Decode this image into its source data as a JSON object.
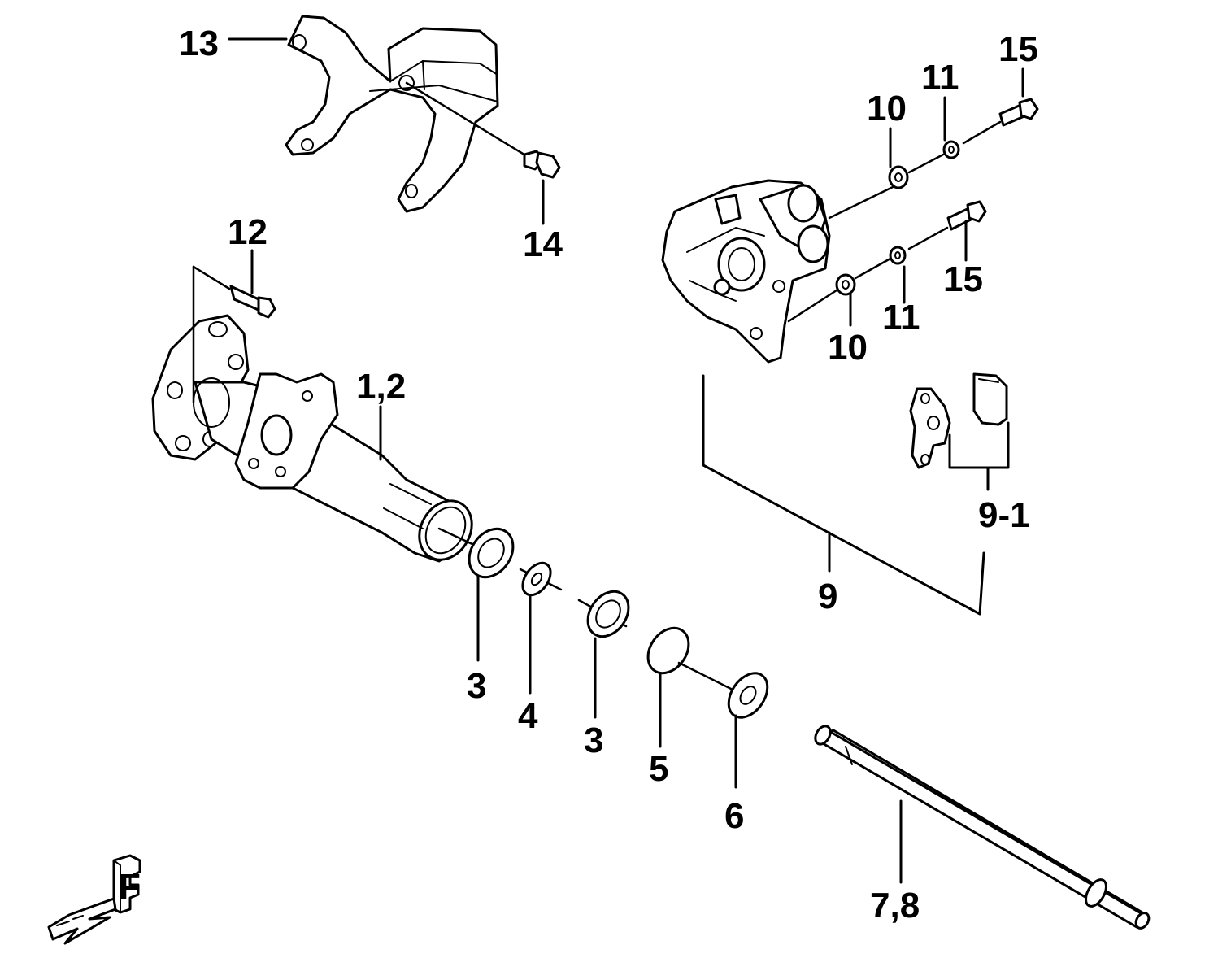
{
  "callouts": [
    {
      "id": "13",
      "text": "13"
    },
    {
      "id": "14",
      "text": "14"
    },
    {
      "id": "12",
      "text": "12"
    },
    {
      "id": "1-2",
      "text": "1,2"
    },
    {
      "id": "15-top",
      "text": "15"
    },
    {
      "id": "11-top",
      "text": "11"
    },
    {
      "id": "10-top",
      "text": "10"
    },
    {
      "id": "15-mid",
      "text": "15"
    },
    {
      "id": "11-mid",
      "text": "11"
    },
    {
      "id": "10-mid",
      "text": "10"
    },
    {
      "id": "9-1",
      "text": "9-1"
    },
    {
      "id": "9",
      "text": "9"
    },
    {
      "id": "3-left",
      "text": "3"
    },
    {
      "id": "4",
      "text": "4"
    },
    {
      "id": "3-right",
      "text": "3"
    },
    {
      "id": "5",
      "text": "5"
    },
    {
      "id": "6",
      "text": "6"
    },
    {
      "id": "7-8",
      "text": "7,8"
    }
  ],
  "front_marker": {
    "letter": "F"
  }
}
